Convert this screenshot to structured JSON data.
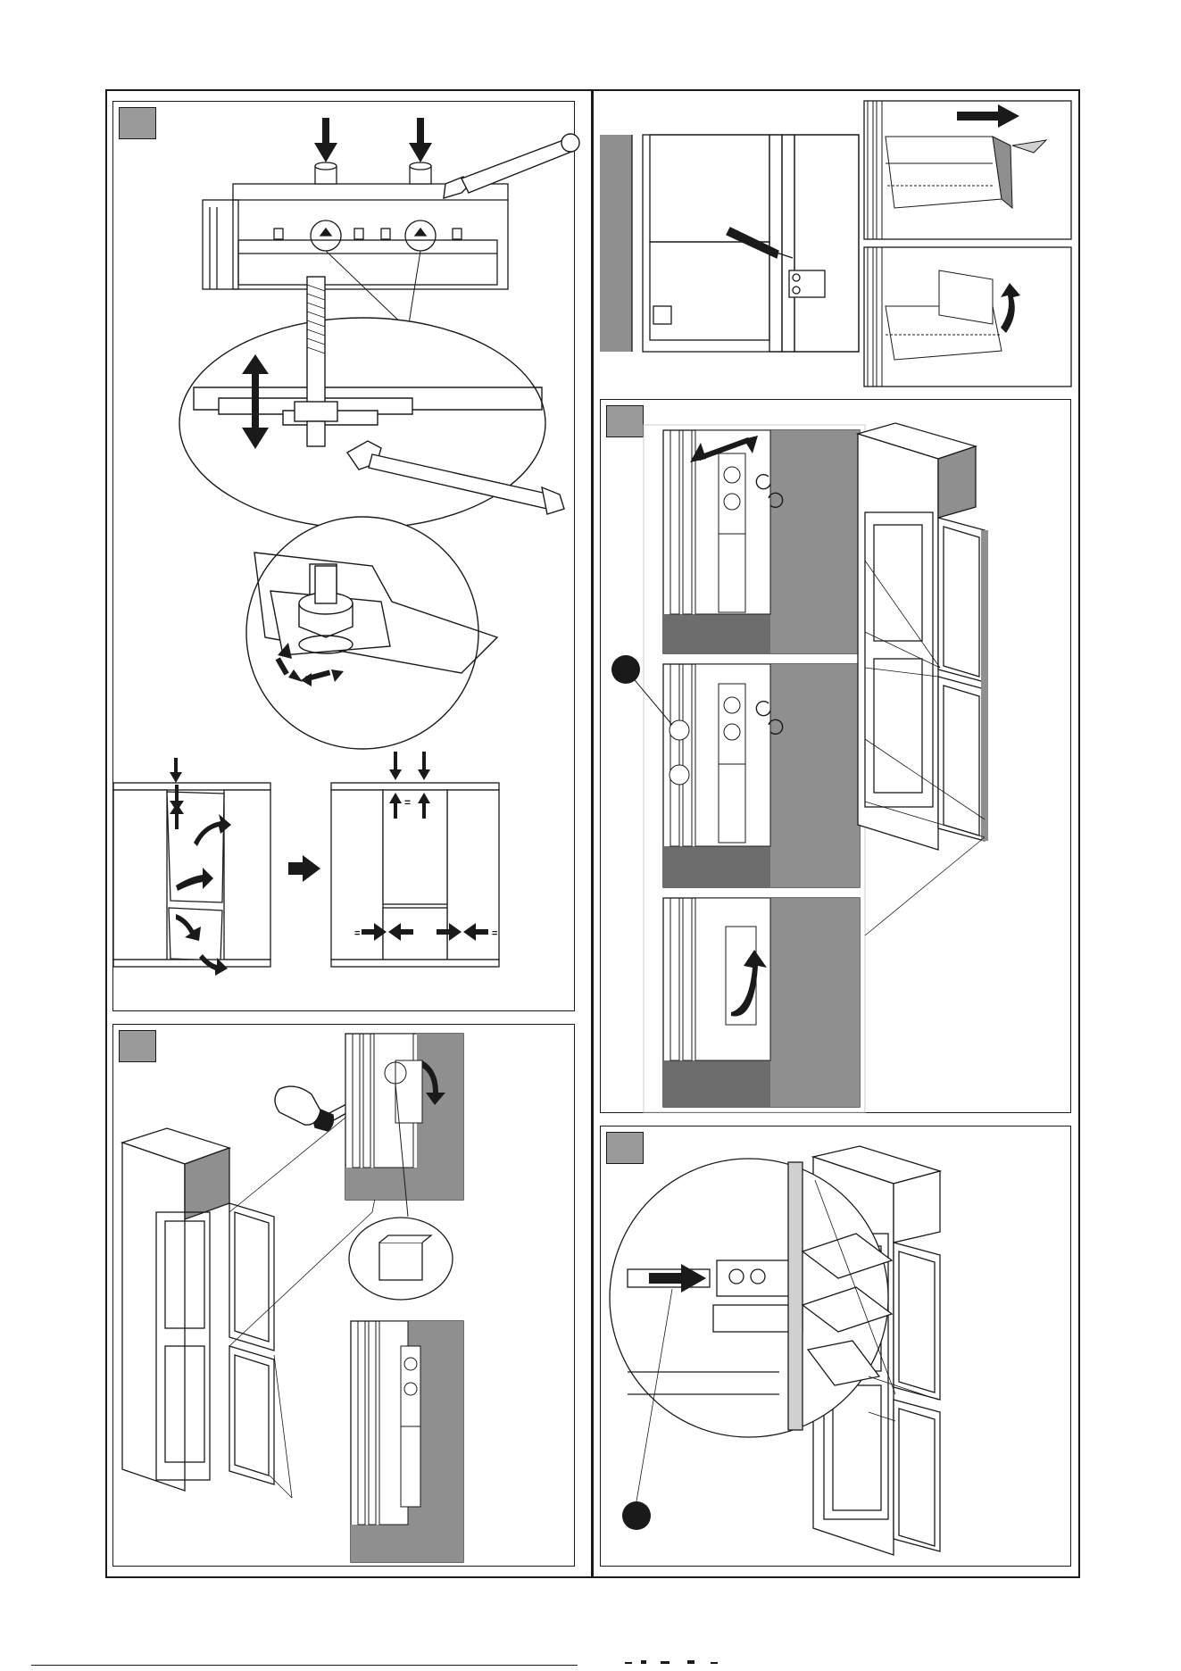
{
  "page": {
    "colors": {
      "line": "#1a1a1a",
      "wall": "#8f8f8f",
      "wall_dark": "#6d6d6d",
      "step_badge": "#9a9a9a",
      "paper": "#ffffff"
    }
  },
  "steps": [
    {
      "id": "step-adjust-door-height",
      "label": ""
    },
    {
      "id": "step-remove-hinge-covers",
      "label": ""
    },
    {
      "id": "step-remove-drawer",
      "label": ""
    },
    {
      "id": "step-adjust-hinge-brackets",
      "label": ""
    },
    {
      "id": "step-fit-hinge-strip",
      "label": ""
    }
  ],
  "alignment_marks": {
    "equal_sign": "=",
    "left_equal": "=",
    "right_equal": "="
  },
  "icons": [
    "down-arrow-icon",
    "double-arrow-icon",
    "wrench-icon",
    "screwdriver-icon",
    "rotate-icon",
    "curved-arrow-icon",
    "right-arrow-icon",
    "callout-dot-icon"
  ]
}
